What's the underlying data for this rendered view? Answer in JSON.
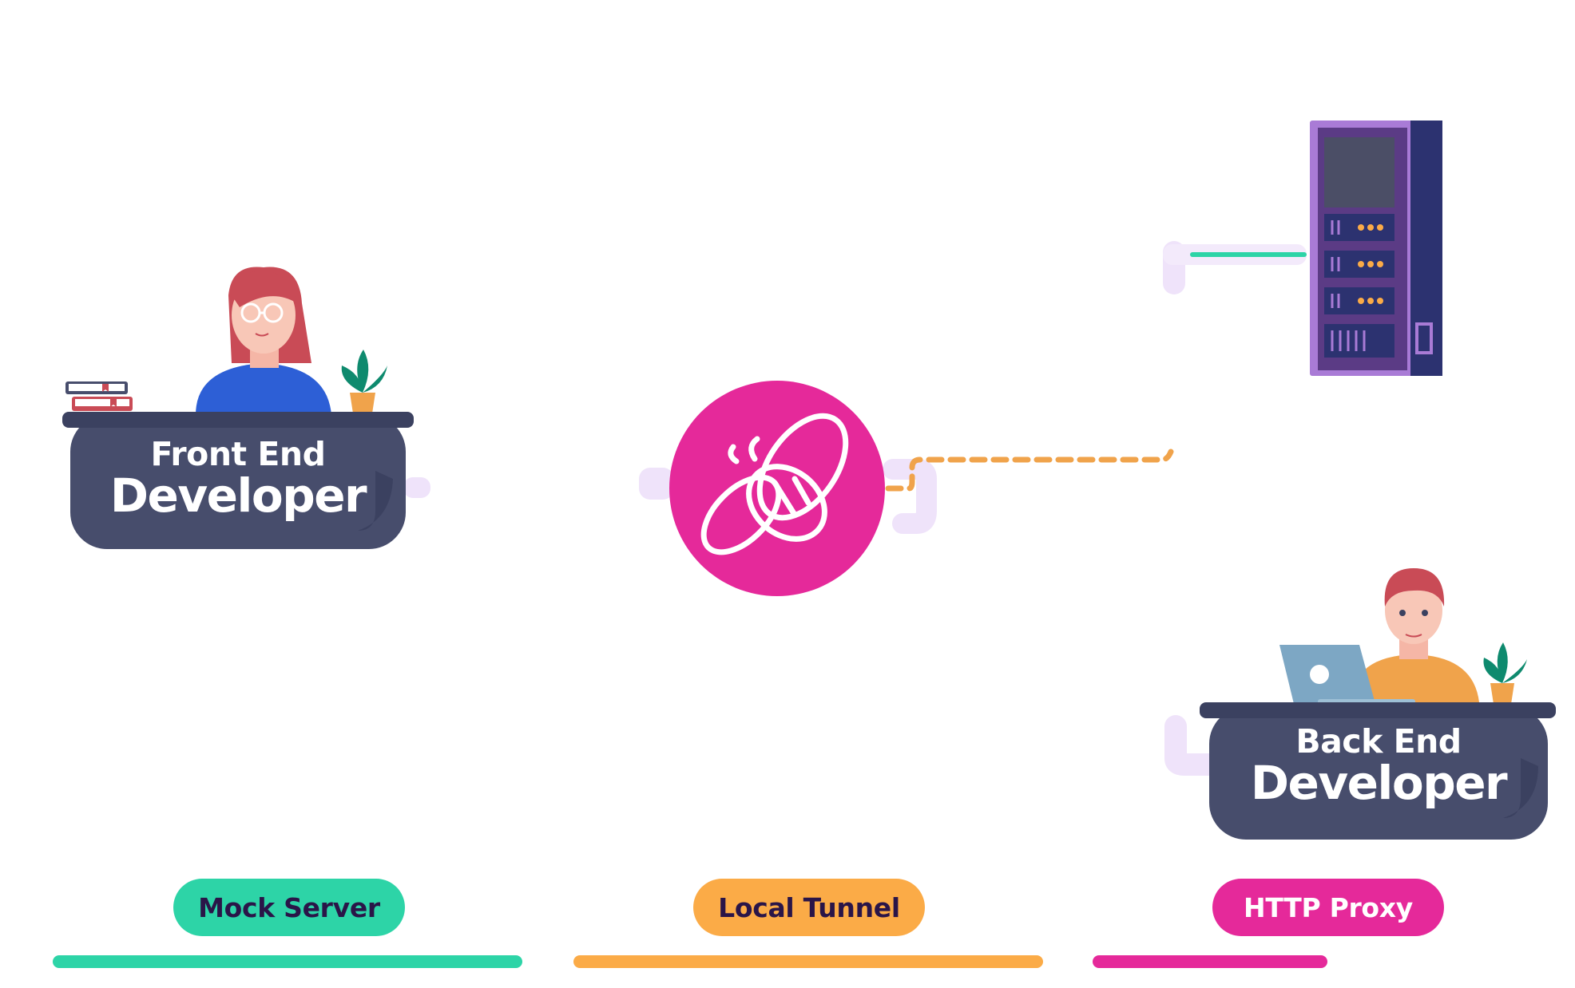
{
  "frontend_desk": {
    "line1": "Front End",
    "line2": "Developer"
  },
  "backend_desk": {
    "line1": "Back End",
    "line2": "Developer"
  },
  "icons": {
    "center": "bee-icon",
    "server": "server-rack-icon",
    "frontend_person": "woman-with-glasses-icon",
    "backend_person": "man-with-laptop-icon"
  },
  "features": [
    {
      "label": "Mock Server",
      "color": "#2dd4a7",
      "text_color": "#2a1548",
      "progress": 1.0
    },
    {
      "label": "Local Tunnel",
      "color": "#fbab47",
      "text_color": "#2a1548",
      "progress": 1.0
    },
    {
      "label": "HTTP Proxy",
      "color": "#e5299a",
      "text_color": "#ffffff",
      "progress": 0.5
    }
  ],
  "colors": {
    "desk": "#474d6c",
    "desk_dark": "#3b4160",
    "hub": "#e5299a",
    "connector": "#efe3fa",
    "server_purple": "#a97bd6",
    "server_dark": "#2c3270",
    "dash": "#f0a34b"
  }
}
